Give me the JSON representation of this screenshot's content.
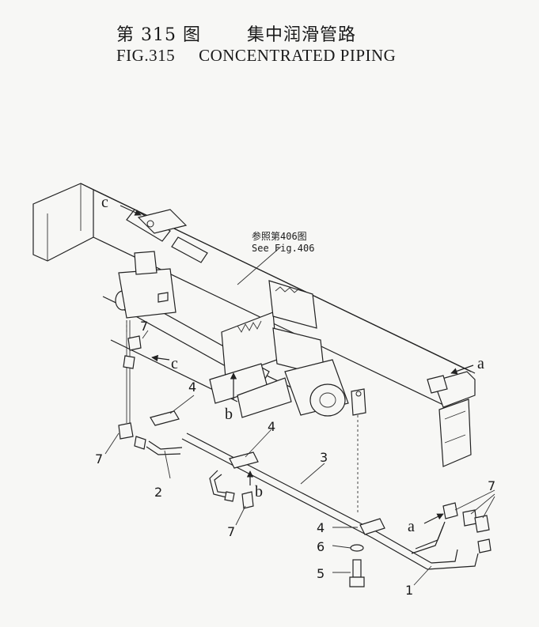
{
  "title": {
    "cn_figure": "第 315 图",
    "cn_name": "集中润滑管路",
    "en_figure": "FIG.315",
    "en_name": "CONCENTRATED PIPING"
  },
  "reference": {
    "cn": "参照第406图",
    "en": "See Fig.406"
  },
  "view_letters": {
    "a_top": "a",
    "a_bottom": "a",
    "b_top": "b",
    "b_bottom": "b",
    "c_top": "c",
    "c_mid": "c"
  },
  "callouts": {
    "p1": "1",
    "p2": "2",
    "p3": "3",
    "p4_upper": "4",
    "p4_mid": "4",
    "p4_lower": "4",
    "p5": "5",
    "p6": "6",
    "p7_upper": "7",
    "p7_left": "7",
    "p7_bottom": "7",
    "p7_right": "7"
  }
}
